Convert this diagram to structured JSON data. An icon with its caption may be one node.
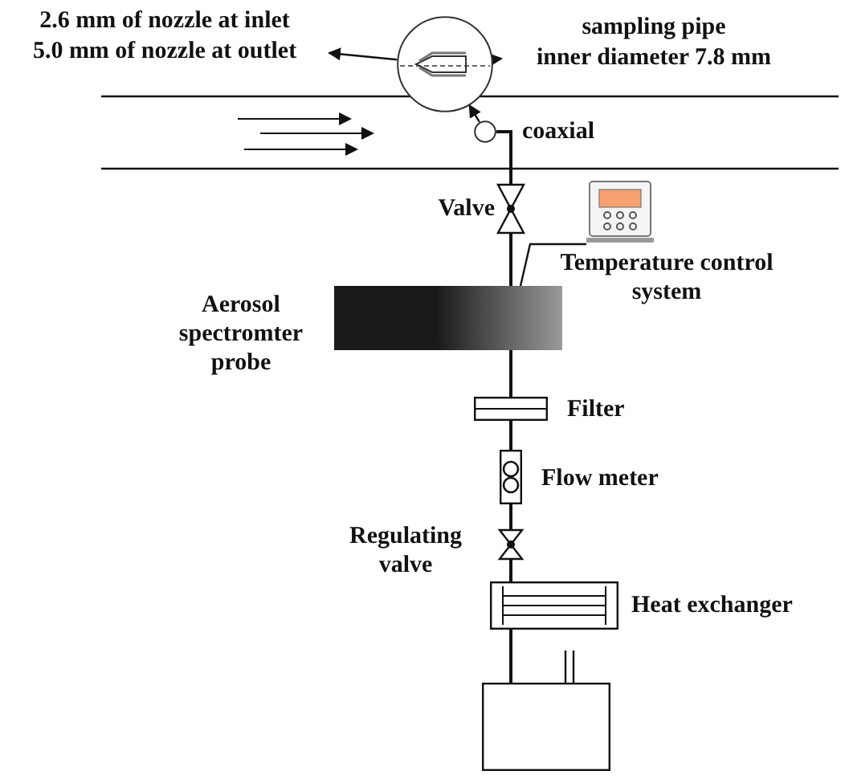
{
  "diagram": {
    "nodes": [
      {
        "text": [
          "2.6 mm of nozzle at inlet",
          "5.0 mm of nozzle at outlet"
        ]
      },
      {
        "text": [],
        "shape": "circle"
      },
      {
        "text": [
          "sampling pipe",
          "inner diameter 7.8 mm"
        ]
      },
      {
        "text": [],
        "shape": "circle"
      },
      {
        "text": [],
        "shape": "valve",
        "beside": [
          "Valve"
        ]
      },
      {
        "text": [],
        "shape": "box",
        "beside": [
          "Temperature control system"
        ]
      },
      {
        "text": [],
        "shape": "box",
        "beside": [
          "Aerosol spectromter probe"
        ]
      },
      {
        "text": [],
        "shape": "box",
        "beside": [
          "Filter"
        ]
      },
      {
        "text": [],
        "shape": "box",
        "beside": [
          "Flow meter"
        ]
      },
      {
        "text": [],
        "shape": "valve",
        "beside": [
          "Regulating valve"
        ]
      },
      {
        "text": [],
        "shape": "box",
        "beside": [
          "Heat exchanger"
        ]
      },
      {
        "text": [],
        "shape": "box"
      }
    ],
    "edges": [
      {
        "from": 1,
        "to": 0,
        "arrow": "to"
      },
      {
        "from": 1,
        "to": 2,
        "arrow": "to"
      },
      {
        "from": 3,
        "to": 1,
        "arrow": "to"
      },
      {
        "from": 3,
        "to": 4,
        "arrow": "none"
      },
      {
        "from": 4,
        "to": 6,
        "arrow": "none"
      },
      {
        "from": 5,
        "to": 6,
        "arrow": "none"
      },
      {
        "from": 6,
        "to": 7,
        "arrow": "none"
      },
      {
        "from": 7,
        "to": 8,
        "arrow": "none"
      },
      {
        "from": 8,
        "to": 9,
        "arrow": "none"
      },
      {
        "from": 9,
        "to": 10,
        "arrow": "none"
      },
      {
        "from": 10,
        "to": 11,
        "arrow": "none"
      }
    ],
    "labels": [
      "coaxial"
    ]
  }
}
